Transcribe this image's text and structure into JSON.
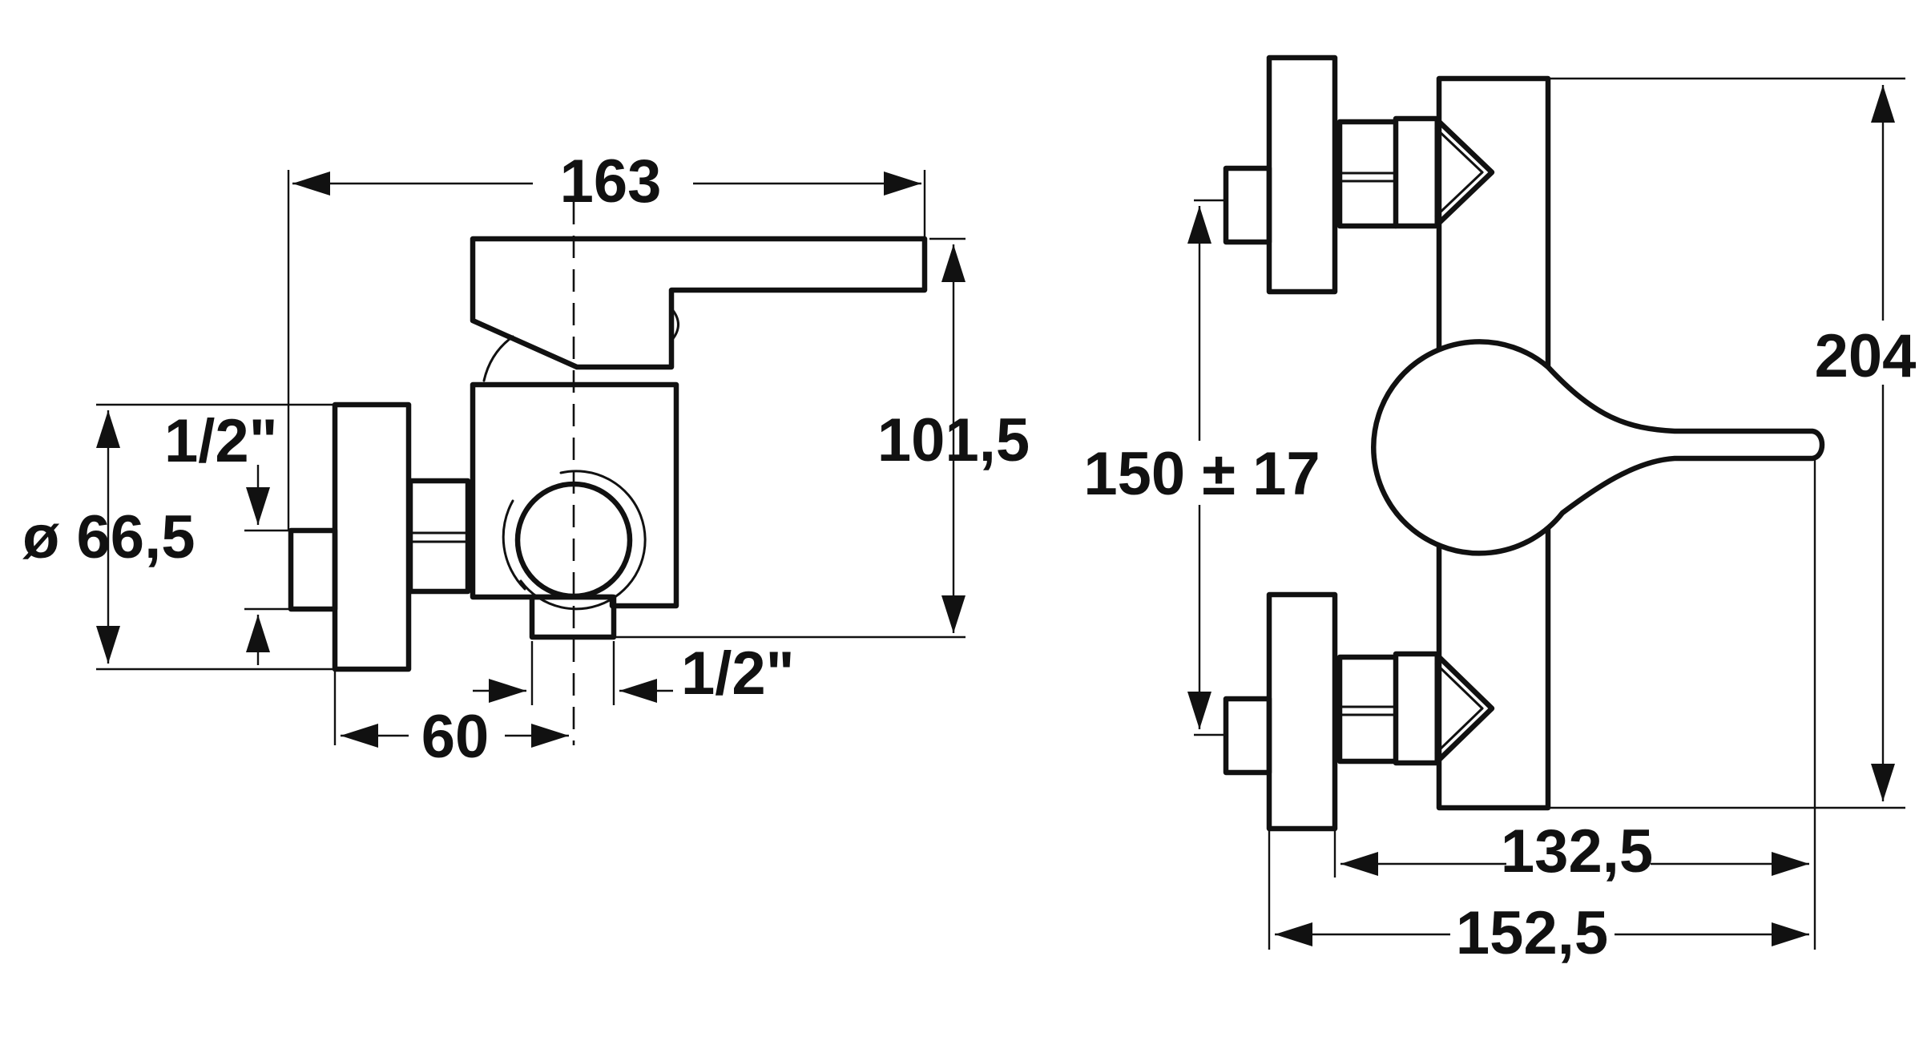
{
  "colors": {
    "line": "#111111",
    "background": "#ffffff"
  },
  "labels": {
    "side_width": "163",
    "side_height": "101,5",
    "thread_top": "1/2\"",
    "diameter": "ø 66,5",
    "thread_bottom": "1/2\"",
    "depth": "60",
    "front_spacing": "150 ± 17",
    "front_height": "204",
    "front_width_inner": "132,5",
    "front_width_outer": "152,5"
  }
}
